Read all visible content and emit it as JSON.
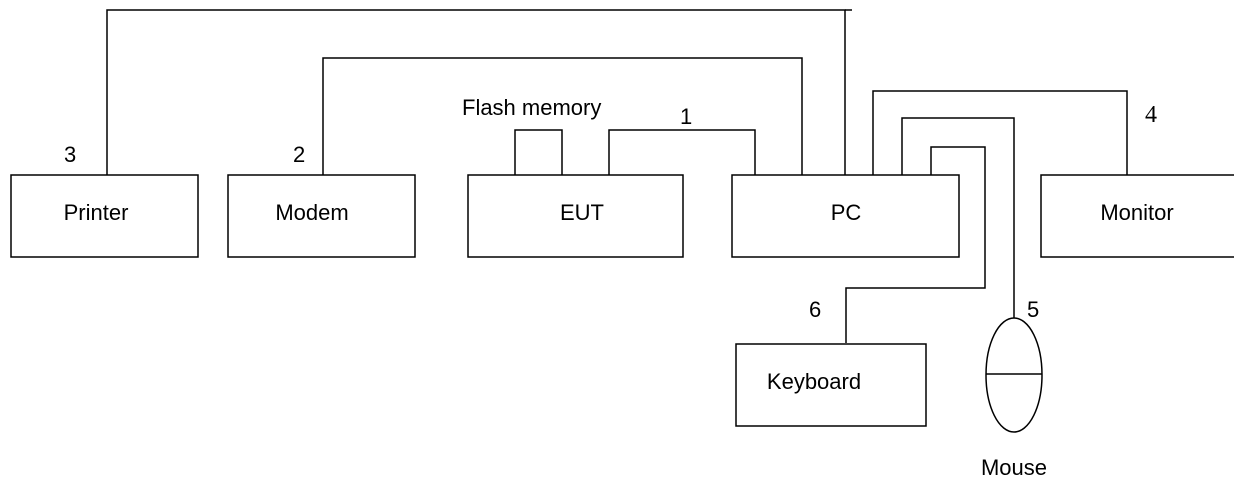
{
  "boxes": {
    "printer": "Printer",
    "modem": "Modem",
    "eut": "EUT",
    "pc": "PC",
    "monitor": "Monitor",
    "keyboard": "Keyboard"
  },
  "labels": {
    "flash_memory": "Flash memory",
    "mouse": "Mouse"
  },
  "cable_numbers": {
    "eut_pc": "1",
    "modem_pc": "2",
    "printer_pc": "3",
    "pc_monitor": "4",
    "pc_mouse": "5",
    "pc_keyboard": "6"
  }
}
